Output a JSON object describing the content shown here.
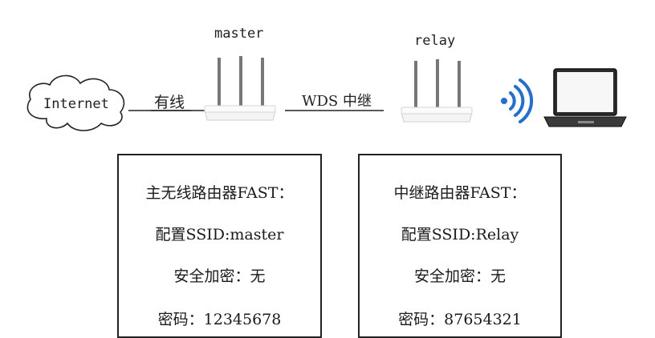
{
  "diagram": {
    "nodes": {
      "internet": {
        "label": "Internet"
      },
      "master": {
        "label": "master"
      },
      "relay": {
        "label": "relay"
      }
    },
    "links": {
      "wired_label": "有线",
      "wds_label": "WDS 中继"
    },
    "icons": {
      "cloud": "cloud-icon",
      "router_master": "router-icon",
      "router_relay": "router-icon",
      "wifi": "wifi-icon",
      "laptop": "laptop-icon"
    },
    "colors": {
      "wifi": "#1f6fd6",
      "line": "#222222",
      "router_body": "#f2f2f2"
    }
  },
  "master_box": {
    "title": "主无线路由器FAST：",
    "ssid": "配置SSID:master",
    "security": "安全加密：无",
    "password": "密码：12345678"
  },
  "relay_box": {
    "title": "中继路由器FAST：",
    "ssid": "配置SSID:Relay",
    "security": "安全加密：无",
    "password": "密码：87654321"
  }
}
